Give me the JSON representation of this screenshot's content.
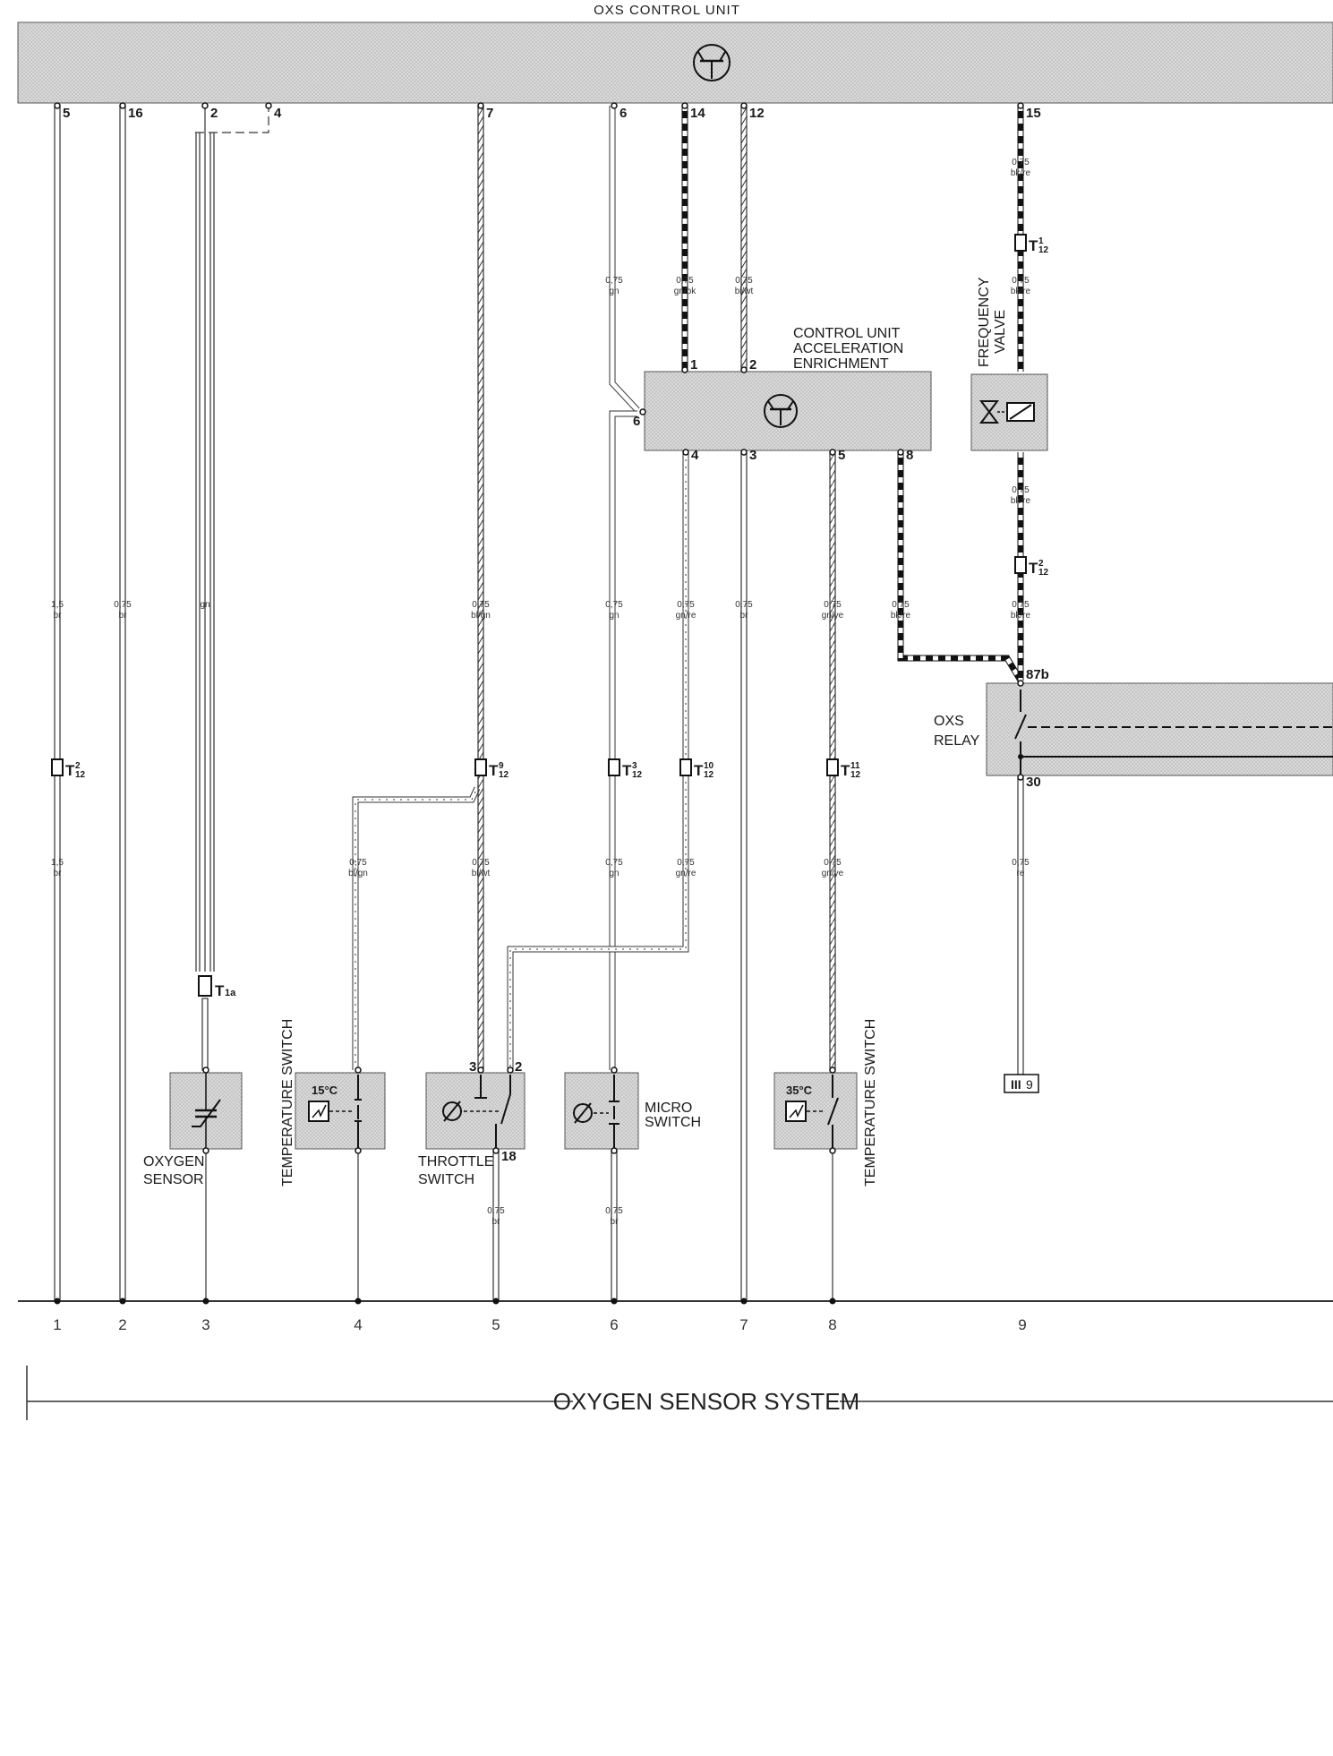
{
  "colors": {
    "box_fill": "#d6d6d6",
    "line": "#1a1a1a",
    "background": "#ffffff"
  },
  "oxs_control_unit": {
    "title": "OXS CONTROL UNIT",
    "pins": [
      "5",
      "16",
      "2",
      "4",
      "7",
      "6",
      "14",
      "12",
      "15"
    ]
  },
  "accel_unit": {
    "label_lines": [
      "CONTROL UNIT",
      "ACCELERATION",
      "ENRICHMENT"
    ],
    "pins_top": [
      "1",
      "2"
    ],
    "pin_left": "6",
    "pins_bottom": [
      "4",
      "3",
      "5",
      "8"
    ]
  },
  "frequency_valve": {
    "label_lines": [
      "FREQUENCY",
      "VALVE"
    ]
  },
  "oxs_relay": {
    "label_lines": [
      "OXS",
      "RELAY"
    ],
    "pin_top": "87b",
    "pin_bottom": "30"
  },
  "wire_labels": {
    "w1a": [
      "1,5",
      "br"
    ],
    "w1b": [
      "1,5",
      "br"
    ],
    "w2": [
      "0,75",
      "br"
    ],
    "w3": [
      "gn"
    ],
    "w4": [
      "0,75",
      "bl/gn"
    ],
    "w5a": [
      "0,75",
      "bl/gn"
    ],
    "w5b": [
      "0,75",
      "bl/wt"
    ],
    "w5c": [
      "0,75",
      "br"
    ],
    "w6a": [
      "0,75",
      "gn"
    ],
    "w6b": [
      "0,75",
      "gn"
    ],
    "w6c": [
      "0,75",
      "gn"
    ],
    "w6d": [
      "0,75",
      "br"
    ],
    "w14": [
      "0,75",
      "gn/bk"
    ],
    "w12": [
      "0,75",
      "bl/wt"
    ],
    "wA4a": [
      "0,75",
      "gn/re"
    ],
    "wA4b": [
      "0,75",
      "gn/re"
    ],
    "wA3": [
      "0,75",
      "br"
    ],
    "wA5a": [
      "0,75",
      "gn/ye"
    ],
    "wA5b": [
      "0,75",
      "gn/ye"
    ],
    "wA8": [
      "0,75",
      "bk/re"
    ],
    "w15a": [
      "0,75",
      "bk/re"
    ],
    "w15b": [
      "0,75",
      "bk/re"
    ],
    "w15c": [
      "0,75",
      "bk/re"
    ],
    "w15d": [
      "0,75",
      "bk/re"
    ],
    "w9": [
      "0,75",
      "re"
    ]
  },
  "connectors": {
    "c1": {
      "main": "T",
      "sup": "2",
      "sub": "12"
    },
    "c5": {
      "main": "T",
      "sup": "9",
      "sub": "12"
    },
    "c6": {
      "main": "T",
      "sup": "3",
      "sub": "12"
    },
    "c7": {
      "main": "T",
      "sup": "10",
      "sub": "12"
    },
    "c8": {
      "main": "T",
      "sup": "11",
      "sub": "12"
    },
    "c9a": {
      "main": "T",
      "sup": "1",
      "sub": "12"
    },
    "c9b": {
      "main": "T",
      "sup": "2",
      "sub": "12"
    },
    "c3": {
      "main": "T",
      "sub": "1a"
    }
  },
  "components": {
    "oxygen_sensor": [
      "OXYGEN",
      "SENSOR"
    ],
    "temp_switch_left": {
      "label": "TEMPERATURE SWITCH",
      "temp": "15°C"
    },
    "throttle_switch": {
      "label_lines": [
        "THROTTLE",
        "SWITCH"
      ],
      "pins": [
        "3",
        "2",
        "18"
      ]
    },
    "micro_switch": [
      "MICRO",
      "SWITCH"
    ],
    "temp_switch_right": {
      "label": "TEMPERATURE SWITCH",
      "temp": "35°C"
    },
    "ground_ref": {
      "roman": "III",
      "num": "9"
    }
  },
  "columns": [
    "1",
    "2",
    "3",
    "4",
    "5",
    "6",
    "7",
    "8",
    "9"
  ],
  "footer_title": "OXYGEN SENSOR SYSTEM"
}
